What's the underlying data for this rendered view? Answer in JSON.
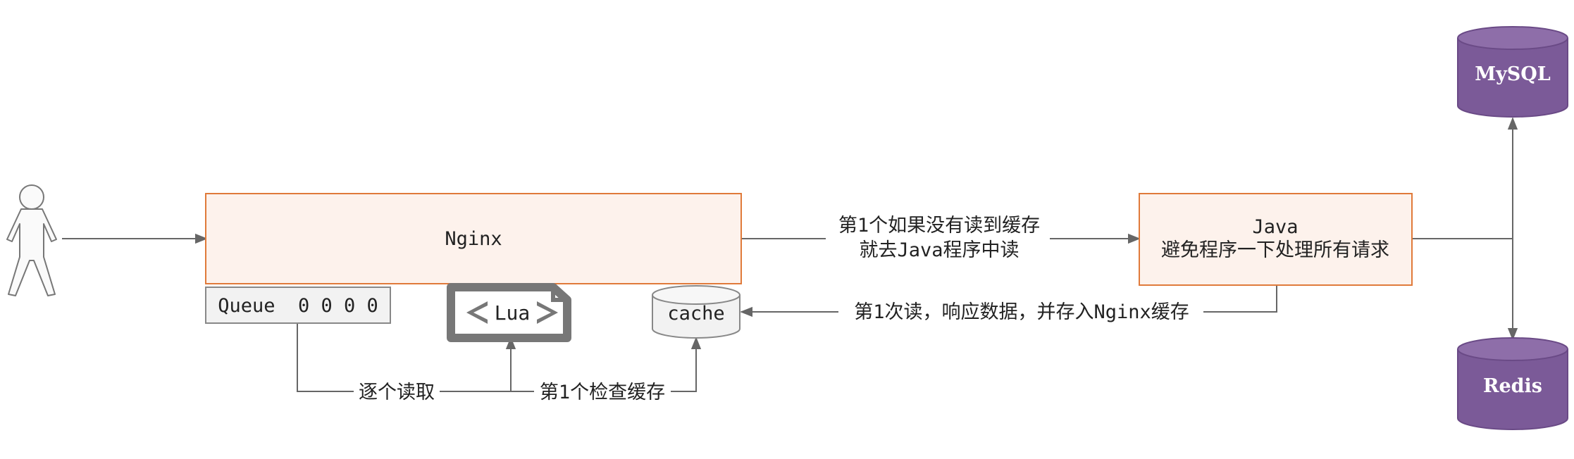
{
  "nodes": {
    "nginx": "Nginx",
    "queue": "Queue  0 0 0 0",
    "lua": "Lua",
    "cache": "cache",
    "java_line1": "Java",
    "java_line2": "避免程序一下处理所有请求",
    "mysql": "MySQL",
    "redis": "Redis"
  },
  "edges": {
    "to_java_line1": "第1个如果没有读到缓存",
    "to_java_line2": "就去Java程序中读",
    "java_to_cache": "第1次读，响应数据，并存入Nginx缓存",
    "queue_to_lua": "逐个读取",
    "lua_to_cache": "第1个检查缓存"
  },
  "colors": {
    "box_fill": "#fdf2ec",
    "box_border": "#e07a3a",
    "queue_fill": "#f2f2f2",
    "db_fill": "#7b5a98",
    "edge": "#666666"
  }
}
